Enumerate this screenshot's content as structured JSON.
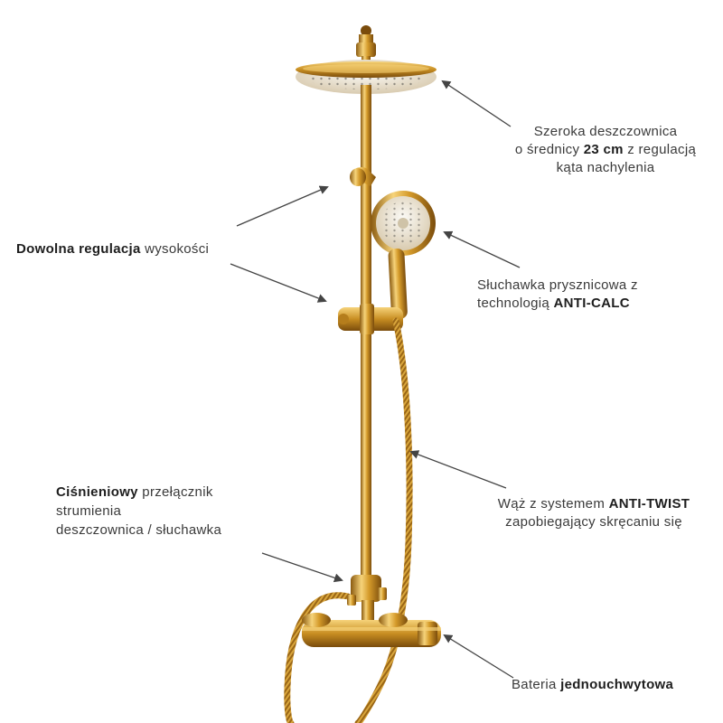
{
  "annotations": {
    "rain_shower": {
      "line1": "Szeroka deszczownica",
      "line2_pre": "o średnicy ",
      "line2_bold": "23 cm",
      "line2_post": " z regulacją",
      "line3": "kąta nachylenia"
    },
    "height_adjust": {
      "bold": "Dowolna regulacja",
      "rest": " wysokości"
    },
    "hand_shower": {
      "line1": "Słuchawka prysznicowa z",
      "line2_pre": "technologią ",
      "line2_bold": "ANTI-CALC"
    },
    "hose": {
      "line1_pre": "Wąż z systemem ",
      "line1_bold": "ANTI-TWIST",
      "line2": "zapobiegający skręcaniu się"
    },
    "diverter": {
      "line1_bold": "Ciśnieniowy",
      "line1_rest": " przełącznik",
      "line2": "strumienia",
      "line3": "deszczownica / słuchawka"
    },
    "mixer": {
      "pre": "Bateria ",
      "bold": "jednouchwytowa"
    }
  },
  "colors": {
    "gold_light": "#f6d37a",
    "gold_mid": "#d49a2a",
    "gold_dark": "#8a5a10",
    "arrow": "#444444",
    "text": "#3a3a3a"
  }
}
